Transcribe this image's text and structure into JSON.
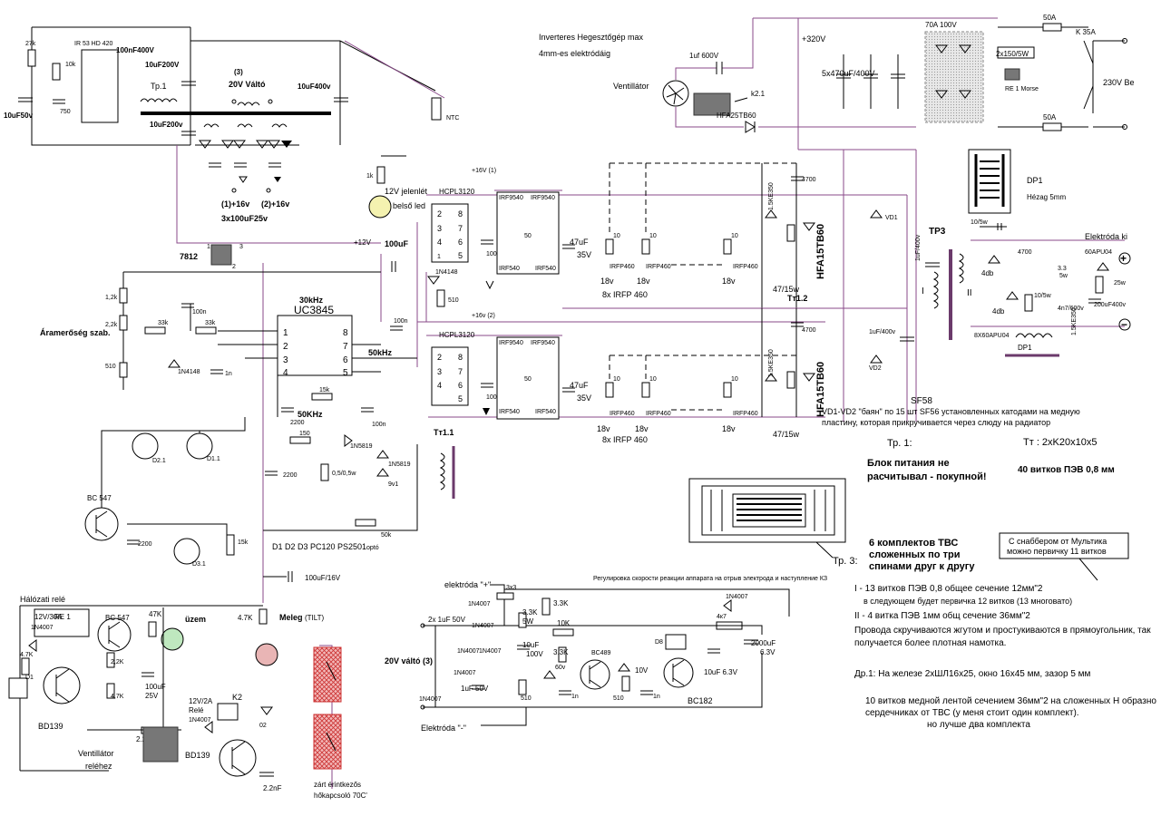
{
  "title": {
    "line1": "Inverteres Hegesztőgép max",
    "line2": "4mm-es elektródáig"
  },
  "top_section": {
    "ic": "IR 53 HD 420",
    "r_27k": "27k",
    "r_10k": "10k",
    "c_750": "750",
    "c_10uf50v": "10uF50v",
    "c_100nf400v": "100nF400V",
    "c_10uf200v_a": "10uF200V",
    "c_10uf200v_b": "10uF200v",
    "tr1": "Тр.1",
    "valto": "(3)",
    "valto2": "20V Váltó",
    "c_10uf400v": "10uF400v",
    "ntc": "NTC",
    "plus16_1": "(1)+16v",
    "plus16_2": "(2)+16v",
    "caps": "3x100uF25v",
    "reg": "7812",
    "pin1": "1",
    "pin2": "2",
    "pin3": "3",
    "r_1k": "1k",
    "led": "12V jelenlét",
    "led2": "belső led",
    "v12": "+12V",
    "c_100uf": "100uF"
  },
  "fan": {
    "label": "Ventillátor",
    "cap": "1uf  600V",
    "relay": "k2.1",
    "diode": "HFA25TB60"
  },
  "mains": {
    "v320": "+320V",
    "caps": "5x470uF/400V",
    "bridge": "70A 100V",
    "res": "2x150/5W",
    "relay": "RE 1 Morse",
    "fuse1": "50A",
    "fuse2": "50A",
    "switch": "K 35A",
    "input": "230V Be"
  },
  "driver1": {
    "supply": "+16V (1)",
    "ic": "HCPL3120",
    "p8": "8",
    "p2": "2",
    "p7": "7",
    "p3": "3",
    "p6": "6",
    "p4": "4",
    "p5": "5",
    "d": "1N4148",
    "r510": "510",
    "c100n": "100n",
    "q1": "IRF9540",
    "q2": "IRF9540",
    "q3": "IRF540",
    "q4": "IRF540",
    "r50": "50",
    "cap": "47uF",
    "capv": "35V",
    "r10a": "10",
    "r10b": "10",
    "r10c": "10",
    "irfpa": "IRFP460",
    "irfpb": "IRFP460",
    "irfpc": "IRFP460",
    "v18a": "18v",
    "v18b": "18v",
    "v18c": "18v",
    "count": "8x IRFP 460",
    "tvs": "1.5KE350",
    "c4700": "4700",
    "rsn": "47/15w",
    "diode": "HFA15TB60"
  },
  "driver2": {
    "supply": "+16v (2)",
    "ic": "HCPL3120",
    "p8": "8",
    "p2": "2",
    "p7": "7",
    "p3": "3",
    "p6": "6",
    "p4": "4",
    "p5": "5",
    "c100n": "100n",
    "q1": "IRF9540",
    "q2": "IRF9540",
    "q3": "IRF540",
    "q4": "IRF540",
    "r50": "50",
    "cap": "47uF",
    "capv": "35V",
    "r10a": "10",
    "r10b": "10",
    "r10c": "10",
    "irfpa": "IRFP460",
    "irfpb": "IRFP460",
    "irfpc": "IRFP460",
    "v18a": "18v",
    "v18b": "18v",
    "v18c": "18v",
    "count": "8x IRFP 460",
    "tvs": "1.5KE350",
    "c4700": "4700",
    "rsn": "47/15w",
    "diode": "HFA15TB60"
  },
  "output": {
    "vd1": "VD1",
    "vd2": "VD2",
    "c1uf_a": "1uF/400v",
    "c1uf_b": "1uF/400v",
    "tp3": "ТР3",
    "tt12": "Тт1.2",
    "prim": "I",
    "sec": "II",
    "dp1": "DP1",
    "gap": "Hézag 5mm",
    "rsn": "10/5w",
    "c4700": "4700",
    "d4db_a": "4db",
    "d4db_b": "4db",
    "diodes": "8X60APU04",
    "r33": "3.3",
    "r33w": "5w",
    "dtop": "60APU04",
    "r25": "25w",
    "c200": "200uF400v",
    "c4n7": "4n7/600v",
    "rsn2": "10/5w",
    "tvs": "1.5KE350",
    "dp1b": "DP1",
    "elektroda": "Elektróda ki",
    "plus": "+",
    "minus": "−"
  },
  "notes": {
    "sf58": "SF58",
    "vd_note1": "VD1-VD2 \"баян\" по 15 шт SF56 установленных катодами на медную",
    "vd_note2": "пластину, которая прикручивается через слюду на радиатор",
    "tr1_title": "Тр. 1:",
    "tr1_l1": "Блок питания не",
    "tr1_l2": "расчитывал - покупной!",
    "tt_title": "Тт : 2xK20x10x5",
    "tt_turns": "40  витков ПЭВ 0,8 мм",
    "tp3_l1": "6 комплектов ТВС",
    "tp3_l2": "сложенных по три",
    "tp3_l3": "спинами друг к другу",
    "tp3_tag": "Тр. 3:",
    "snub1": "С снаббером от Мультика",
    "snub2": "можно первичку 11 витков",
    "w1": "I - 13 витков ПЭВ 0,8 общее сечение 12мм\"2",
    "w1b": "в следующем будет первичка 12 витков (13 многовато)",
    "w2": "II - 4 витка ПЭВ 1мм общ сечение 36мм\"2",
    "w3": "Провода скручиваются жгутом и простукиваются в прямоугольник, так",
    "w3b": "получается более плотная намотка.",
    "dr1": "Др.1: На железе 2xШЛ16x25, окно 16x45 мм, зазор 5 мм",
    "cu1": "10 витков медной лентой сечением 36мм\"2 на сложенных Н образно",
    "cu2": "сердечниках от ТВС (у меня стоит один комплект).",
    "cu3": "но лучше два комплекта"
  },
  "control": {
    "khz30": "30kHz",
    "ic": "UC3845",
    "p1": "1",
    "p2": "2",
    "p3": "3",
    "p4": "4",
    "p5": "5",
    "p6": "6",
    "p7": "7",
    "p8": "8",
    "r1k2": "1,2k",
    "r2k2": "2,2k",
    "r510": "510",
    "label": "Áramerőség szab.",
    "r33k_a": "33k",
    "r33k_b": "33k",
    "c100n_a": "100n",
    "c1n": "1n",
    "d1n4148": "1N4148",
    "c100n_b": "100n",
    "khz50": "50kHz",
    "r15k": "15k",
    "khz50b": "50KHz",
    "c2200a": "2200",
    "c100n_c": "100n",
    "r150": "150",
    "d1n5819a": "1N5819",
    "d1n5819b": "1N5819",
    "r05": "0,5/0,5w",
    "z9v1": "9v1",
    "tt11": "Тт1.1",
    "c2200b": "2200",
    "d21": "D2.1",
    "d11": "D1.1",
    "bc547": "BC 547",
    "c2200c": "2200",
    "d31": "D3.1",
    "r15kb": "15k",
    "r50k": "50k",
    "opto": "optó",
    "opto_note": "D1 D2 D3 PC120  PS2501"
  },
  "relay_section": {
    "title": "Hálózati relé",
    "relay": "12V/30A",
    "re1": "RE 1",
    "d": "1N4007",
    "r4k7a": "4.7K",
    "d1": "D1",
    "bd139a": "BD139",
    "bc547": "BC 547",
    "r2k2a": "2,2K",
    "r4k7b": "4,7K",
    "r47k": "47K",
    "uzem": "üzem",
    "c100uf": "100uF",
    "c25v": "25V",
    "r2k2b": "2.2K",
    "c100uf16": "100uF/16V",
    "r4k7c": "4.7K",
    "meleg": "Meleg",
    "tilt": "(TILT)",
    "relay2a": "12V/2A",
    "rele": "Relé",
    "d2": "1N4007",
    "k2": "K2",
    "fan": "Ventillátor",
    "fan2": "reléhez",
    "bd139b": "BD139",
    "d02": "02",
    "c22": "2.2nF",
    "thermo1": "zárt érintkezős",
    "thermo2": "hőkapcsoló 70C'"
  },
  "arc_section": {
    "note": "Регулировка скорости реакции аппарата на отрыв электрода и наступление КЗ",
    "eplus": "elektróda \"+\"",
    "eminus": "Elektróda \"-\"",
    "r3x3": "3x3",
    "d1": "1N4007",
    "d2": "1N4007",
    "d3": "1N4007",
    "d4": "1N4007",
    "d5": "1N4007",
    "d6": "1N4007",
    "c2x1u": "2x 1uF 50V",
    "r33k": "3.3K",
    "r33k5w": "3.3K",
    "r5w": "5W",
    "c10uf": "10uF",
    "c100v": "100V",
    "r10k": "10K",
    "c1uf": "1uF 50V",
    "valto": "20V váltó (3)",
    "r33kb": "3.3K",
    "bc489": "BC489",
    "z60v": "60v",
    "r510a": "510",
    "c1na": "1n",
    "r510b": "510",
    "c1nb": "1n",
    "z10v": "10V",
    "bc182": "BC182",
    "d8": "D8",
    "c10uf63": "10uF 6.3V",
    "r4k7": "4к7",
    "c2000": "2000uF",
    "c63v": "6.3V",
    "d7": "1N4007"
  }
}
